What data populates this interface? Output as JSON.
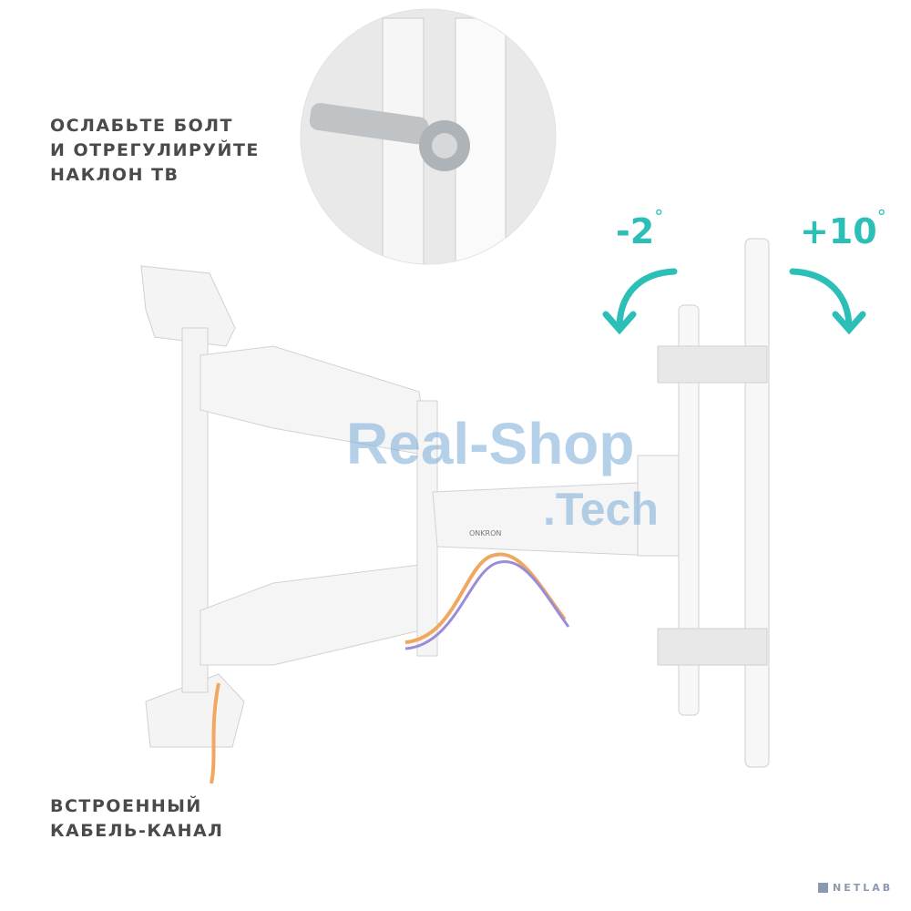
{
  "captions": {
    "top": [
      "ОСЛАБЬТЕ БОЛТ",
      "И ОТРЕГУЛИРУЙТЕ",
      "НАКЛОН ТВ"
    ],
    "bottom": [
      "ВСТРОЕННЫЙ",
      "КАБЕЛЬ-КАНАЛ"
    ]
  },
  "tilt": {
    "minus": "-2",
    "plus": "+10",
    "degree": "°"
  },
  "accent_color": "#2bbfb8",
  "brand_on_arm": "ONKRON",
  "watermark": {
    "line1": "Real-Shop",
    "line2": ".Tech"
  },
  "logo": {
    "text": "NETLAB"
  }
}
